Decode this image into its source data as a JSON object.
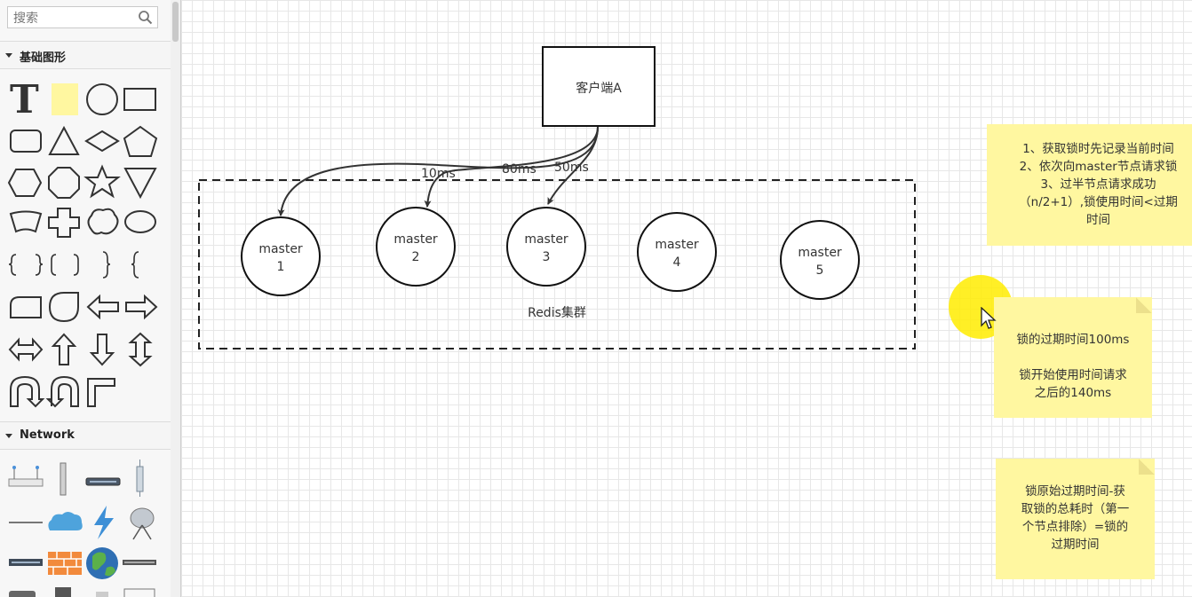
{
  "sidebar": {
    "search": {
      "placeholder": "搜索"
    },
    "sections": [
      {
        "label": "基础图形"
      },
      {
        "label": "Network"
      }
    ],
    "shape_icons": [
      "text-icon",
      "note-icon",
      "circle-icon",
      "rectangle-icon",
      "rounded-rectangle-icon",
      "triangle-icon",
      "diamond-icon",
      "pentagon-icon",
      "hexagon-icon",
      "octagon-icon",
      "star-icon",
      "inverted-triangle-icon",
      "tape-icon",
      "cross-icon",
      "cloud-icon",
      "ellipse-icon",
      "brace-pair-icon",
      "bracket-pair-icon",
      "right-brace-icon",
      "left-brace-icon",
      "rounded-tab-icon",
      "leaf-icon",
      "left-arrow-icon",
      "right-arrow-icon",
      "double-arrow-icon",
      "up-arrow-icon",
      "down-arrow-icon",
      "up-down-arrow-icon",
      "u-turn-icon",
      "u-turn-down-icon",
      "corner-arrow-icon"
    ],
    "network_icons": [
      "switch-icon",
      "antenna-icon",
      "router-icon",
      "cable-icon",
      "line-icon",
      "cloud-network-icon",
      "lightning-icon",
      "satellite-dish-icon",
      "hub-icon",
      "firewall-icon",
      "globe-icon",
      "patch-panel-icon"
    ]
  },
  "diagram": {
    "client": {
      "label": "客户端A"
    },
    "cluster": {
      "label": "Redis集群"
    },
    "masters": [
      {
        "line1": "master",
        "line2": "1"
      },
      {
        "line1": "master",
        "line2": "2"
      },
      {
        "line1": "master",
        "line2": "3"
      },
      {
        "line1": "master",
        "line2": "4"
      },
      {
        "line1": "master",
        "line2": "5"
      }
    ],
    "edges": [
      {
        "label": "10ms"
      },
      {
        "label": "80ms"
      },
      {
        "label": "50ms"
      }
    ]
  },
  "notes": [
    {
      "lines": [
        "1、获取锁时先记录当前时间",
        "2、依次向master节点请求锁",
        "3、过半节点请求成功",
        "（n/2+1）,锁使用时间<过期",
        "时间"
      ]
    },
    {
      "lines": [
        "锁的过期时间100ms",
        "",
        "锁开始使用时间请求",
        "之后的140ms"
      ]
    },
    {
      "lines": [
        "锁原始过期时间-获",
        "取锁的总耗时（第一",
        "个节点排除）=锁的",
        "过期时间"
      ]
    }
  ],
  "colors": {
    "note": "#fff7a0",
    "highlight": "#ffec00",
    "grid": "#e7e7e7"
  }
}
